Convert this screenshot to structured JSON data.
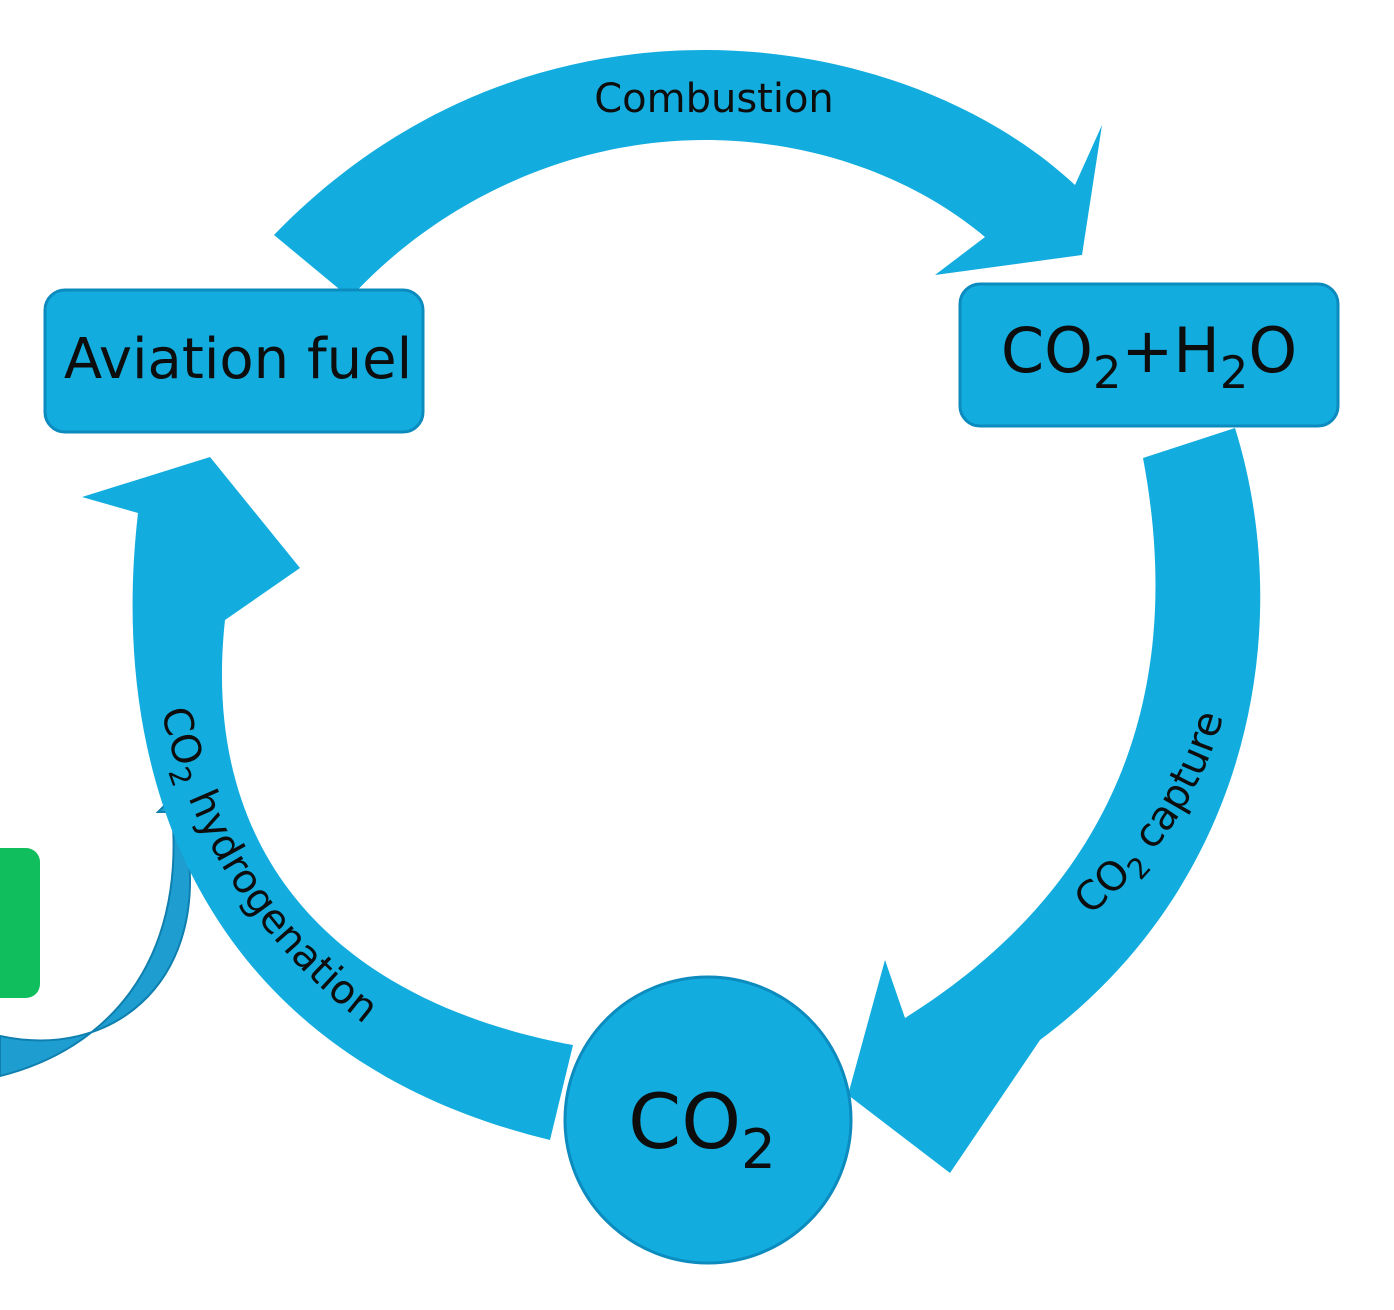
{
  "colors": {
    "arrow": "#12ACDE",
    "node_fill": "#12ACDE",
    "node_stroke": "#0C8BBF",
    "curve_arrow": "#1E9ED0",
    "green_box": "#11BE5D",
    "text": "#0d0d0d"
  },
  "nodes": {
    "aviation_fuel": {
      "label": "Aviation fuel"
    },
    "co2_h2o": {
      "part1": "CO",
      "sub1": "2",
      "part2": "+H",
      "sub2": "2",
      "part3": "O"
    },
    "co2": {
      "part1": "CO",
      "sub1": "2"
    }
  },
  "arrows": {
    "combustion": {
      "label": "Combustion"
    },
    "co2_capture": {
      "prefix": "CO",
      "sub": "2",
      "suffix": " capture"
    },
    "co2_hydrogenation": {
      "prefix": "CO",
      "sub": "2",
      "suffix": " hydrogenation"
    }
  }
}
